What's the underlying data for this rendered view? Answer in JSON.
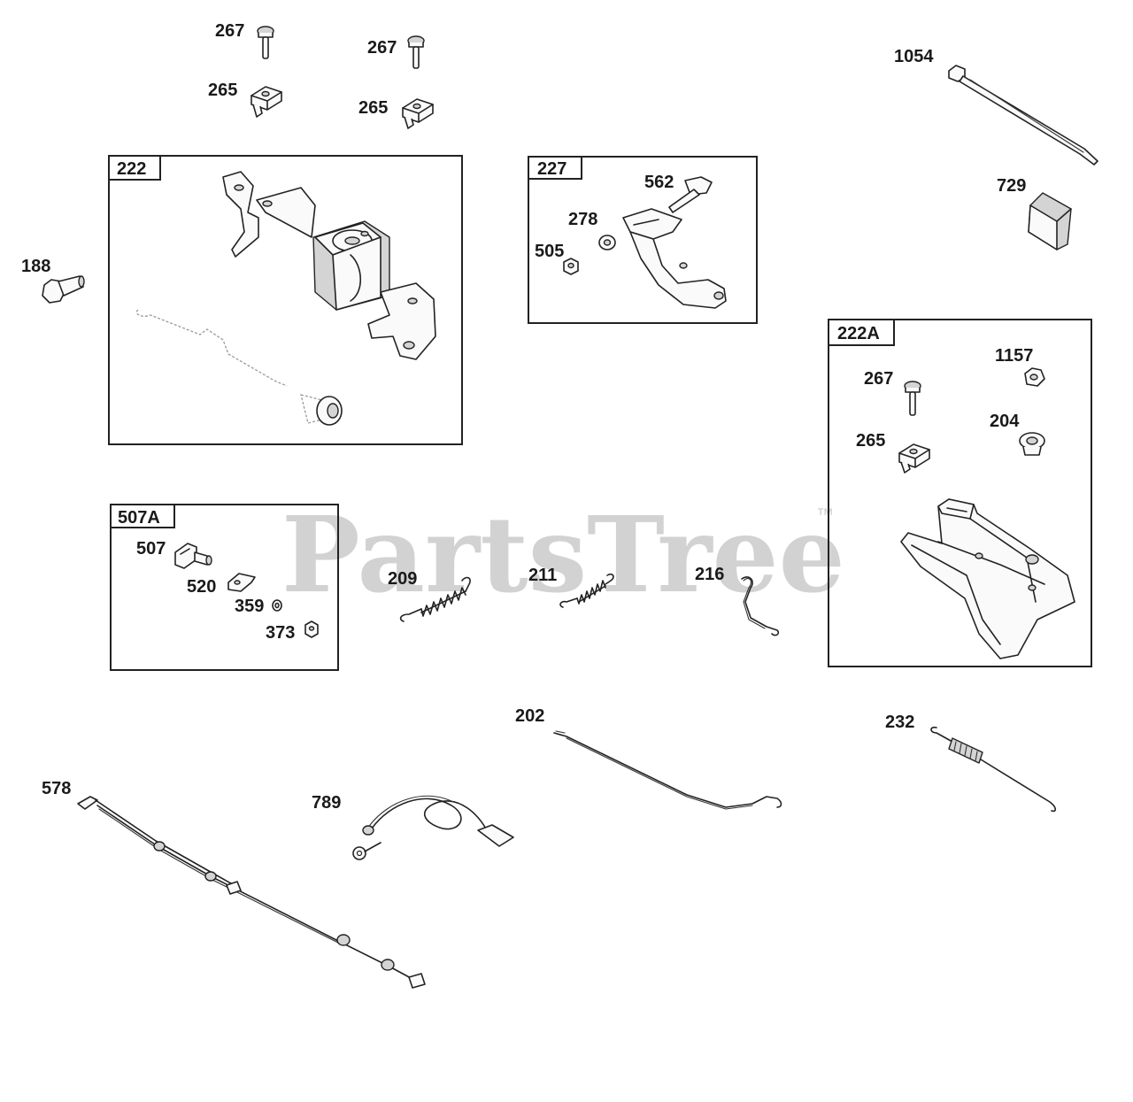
{
  "watermark": {
    "text": "PartsTree",
    "tm": "™"
  },
  "groups": [
    {
      "id": "222",
      "label": "222"
    },
    {
      "id": "227",
      "label": "227"
    },
    {
      "id": "507A",
      "label": "507A"
    },
    {
      "id": "222A",
      "label": "222A"
    }
  ],
  "callouts": {
    "c267a": "267",
    "c267b": "267",
    "c265a": "265",
    "c265b": "265",
    "c1054": "1054",
    "c729": "729",
    "c188": "188",
    "c562": "562",
    "c278": "278",
    "c505": "505",
    "c267c": "267",
    "c1157": "1157",
    "c265c": "265",
    "c204": "204",
    "c507": "507",
    "c520": "520",
    "c359": "359",
    "c373": "373",
    "c209": "209",
    "c211": "211",
    "c216": "216",
    "c202": "202",
    "c232": "232",
    "c578": "578",
    "c789": "789"
  }
}
